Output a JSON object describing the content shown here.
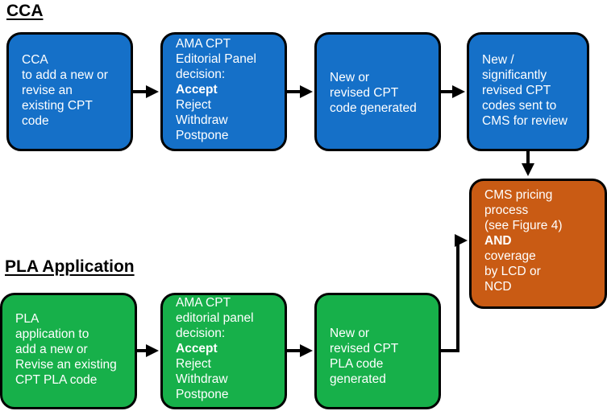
{
  "headings": {
    "cca": "CCA",
    "pla": "PLA Application"
  },
  "cca_row": [
    {
      "lines": [
        "CCA",
        "to add a new or",
        "revise an",
        "existing CPT",
        "code"
      ],
      "bold": []
    },
    {
      "lines": [
        "AMA CPT",
        "Editorial Panel",
        "decision:",
        "Accept",
        "Reject",
        "Withdraw",
        "Postpone"
      ],
      "bold": [
        3
      ]
    },
    {
      "lines": [
        "New or",
        "revised  CPT",
        "code generated"
      ],
      "bold": []
    },
    {
      "lines": [
        "New /",
        "significantly",
        "revised  CPT",
        "codes sent to",
        "CMS for review"
      ],
      "bold": []
    }
  ],
  "pla_row": [
    {
      "lines": [
        "PLA",
        "application to",
        "add a new or",
        "Revise an existing",
        "CPT  PLA code"
      ],
      "bold": []
    },
    {
      "lines": [
        "AMA CPT",
        "editorial panel",
        "decision:",
        "Accept",
        "Reject",
        "Withdraw",
        "Postpone"
      ],
      "bold": [
        3
      ]
    },
    {
      "lines": [
        "New or",
        "revised CPT",
        "PLA code",
        "generated"
      ],
      "bold": []
    }
  ],
  "cms_box": {
    "lines": [
      "CMS pricing",
      "process",
      "(see Figure 4)",
      "AND",
      "coverage",
      "by LCD or",
      "NCD"
    ],
    "bold": [
      3
    ]
  },
  "colors": {
    "cca": "#1570c8",
    "pla": "#17b04a",
    "cms": "#c95b14",
    "arrow": "#000000"
  }
}
